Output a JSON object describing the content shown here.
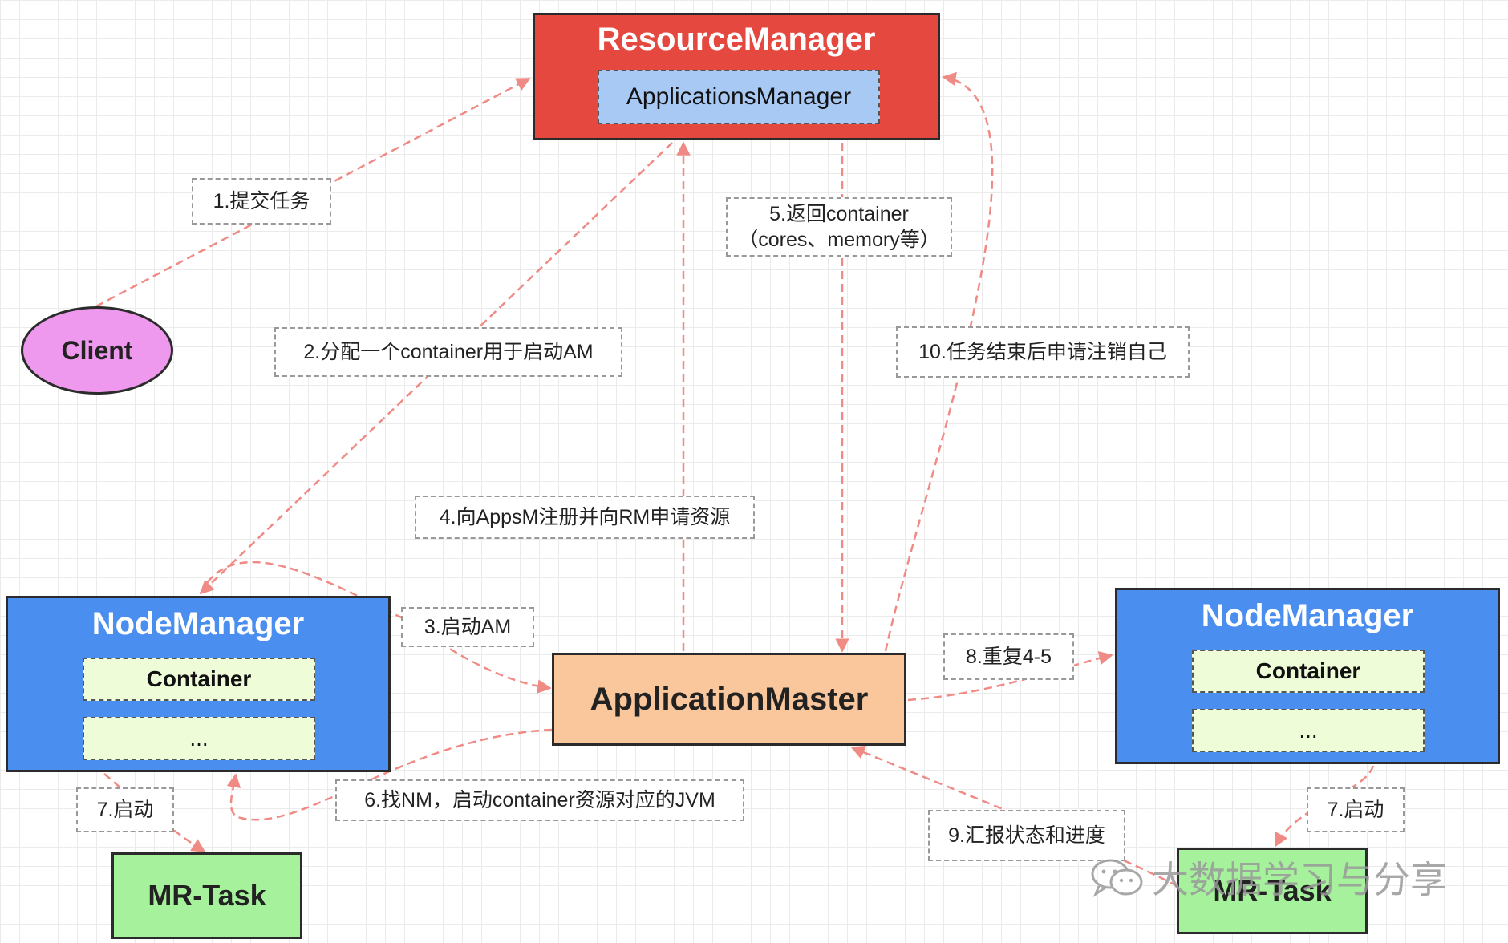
{
  "nodes": {
    "resource_manager": "ResourceManager",
    "applications_manager": "ApplicationsManager",
    "client": "Client",
    "node_manager_left": {
      "title": "NodeManager",
      "container": "Container",
      "more": "..."
    },
    "node_manager_right": {
      "title": "NodeManager",
      "container": "Container",
      "more": "..."
    },
    "application_master": "ApplicationMaster",
    "mr_task_left": "MR-Task",
    "mr_task_right": "MR-Task"
  },
  "steps": {
    "s1": "1.提交任务",
    "s2": "2.分配一个container用于启动AM",
    "s3": "3.启动AM",
    "s4": "4.向AppsM注册并向RM申请资源",
    "s5_line1": "5.返回container",
    "s5_line2": "（cores、memory等）",
    "s6": "6.找NM，启动container资源对应的JVM",
    "s7_left": "7.启动",
    "s7_right": "7.启动",
    "s8": "8.重复4-5",
    "s9": "9.汇报状态和进度",
    "s10": "10.任务结束后申请注销自己"
  },
  "watermark": {
    "text": "大数据学习与分享",
    "icon": "wechat-icon"
  },
  "colors": {
    "resource_manager": "#e5483f",
    "applications_manager": "#a9c9f5",
    "client": "#ee98ee",
    "node_manager": "#4a8ff0",
    "container": "#eefdd8",
    "application_master": "#f9c79b",
    "mr_task": "#a6f19b",
    "arrow": "#f08a84"
  }
}
